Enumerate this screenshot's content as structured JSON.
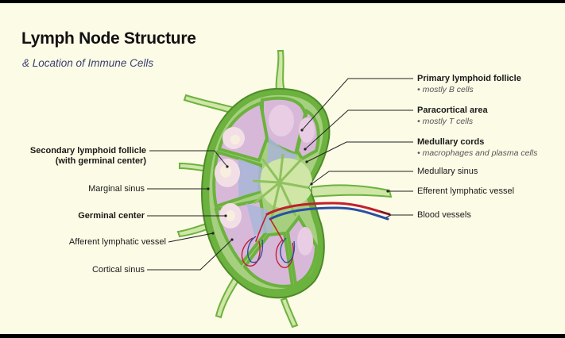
{
  "title": "Lymph Node Structure",
  "subtitle": "& Location of Immune Cells",
  "left_labels": {
    "secondary_follicle_line1": "Secondary lymphoid follicle",
    "secondary_follicle_line2": "(with germinal center)",
    "marginal_sinus": "Marginal sinus",
    "germinal_center": "Germinal center",
    "afferent_vessel": "Afferent lymphatic vessel",
    "cortical_sinus": "Cortical sinus"
  },
  "right_labels": {
    "primary_follicle": "Primary lymphoid follicle",
    "primary_follicle_note": "• mostly B cells",
    "paracortical_area": "Paracortical area",
    "paracortical_note": "• mostly T cells",
    "medullary_cords": "Medullary cords",
    "medullary_cords_note": "• macrophages and plasma cells",
    "medullary_sinus": "Medullary sinus",
    "efferent_vessel": "Efferent lymphatic vessel",
    "blood_vessels": "Blood vessels"
  },
  "colors": {
    "background": "#fcfbe6",
    "capsule": "#6cb23e",
    "lobule_fill": "#d7b8d9",
    "follicle_fill": "#f2dfe6",
    "germinal_center": "#f8eedf",
    "medulla": "#cfe6a6",
    "artery": "#c21f2f",
    "vein": "#2a4fa5",
    "leader_line": "#222222"
  }
}
